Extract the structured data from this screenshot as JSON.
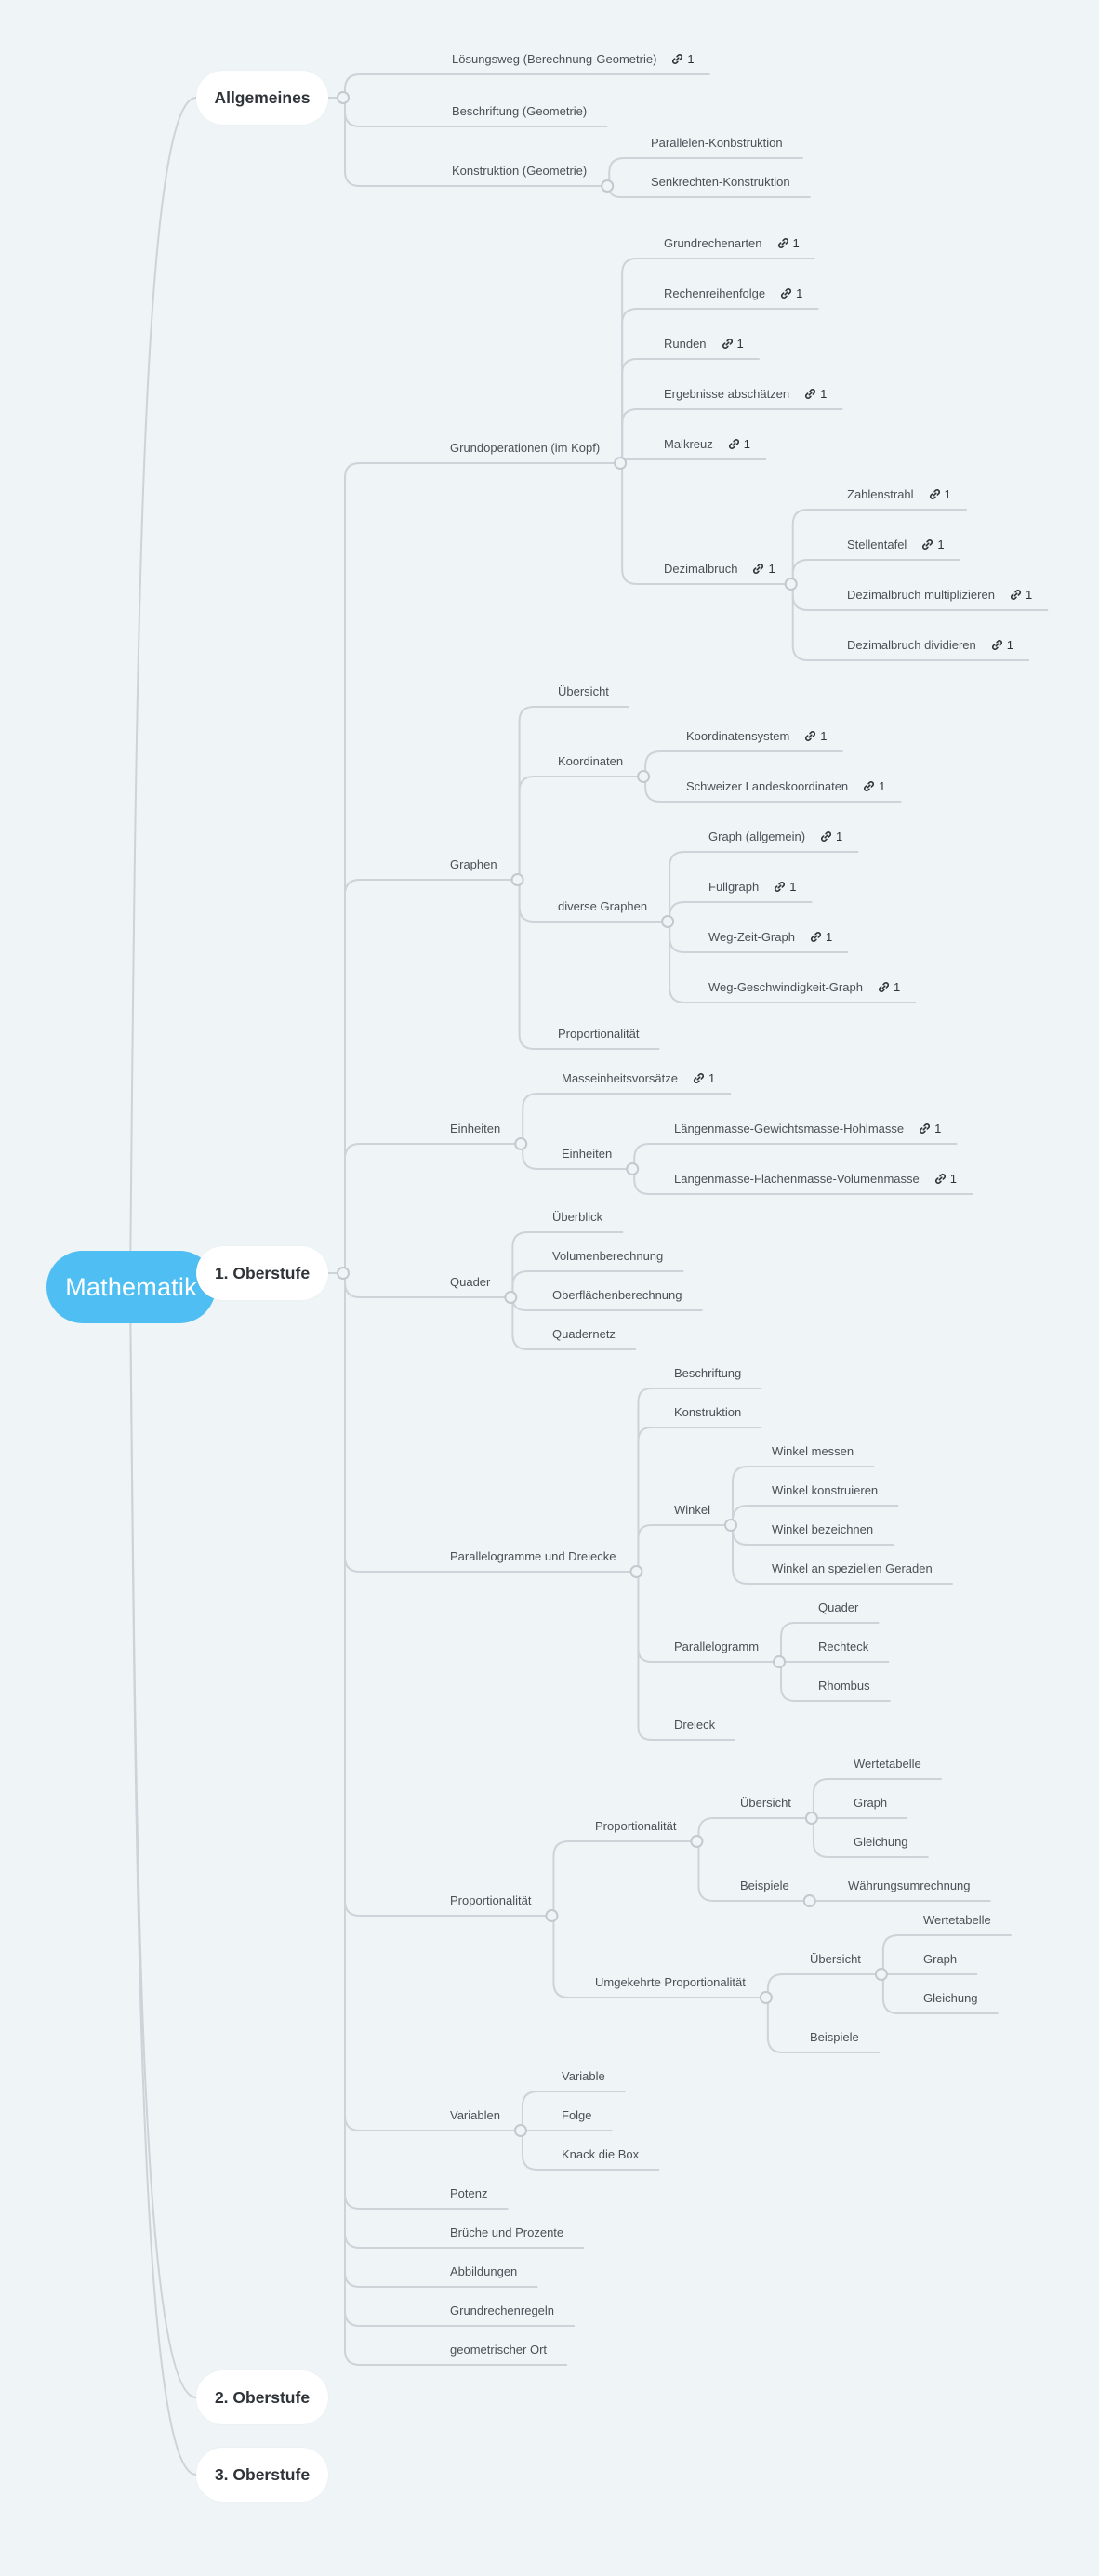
{
  "root": {
    "label": "Mathematik"
  },
  "main": [
    {
      "id": "allgemeines",
      "label": "Allgemeines"
    },
    {
      "id": "oberstufe1",
      "label": "1. Oberstufe"
    },
    {
      "id": "oberstufe2",
      "label": "2. Oberstufe"
    },
    {
      "id": "oberstufe3",
      "label": "3. Oberstufe"
    }
  ],
  "link_icon": "link-icon",
  "nodes": [
    {
      "id": "a1",
      "label": "Lösungsweg (Berechnung-Geometrie)",
      "links": "1"
    },
    {
      "id": "a2",
      "label": "Beschriftung (Geometrie)"
    },
    {
      "id": "a3",
      "label": "Konstruktion (Geometrie)"
    },
    {
      "id": "a3a",
      "label": "Parallelen-Konbstruktion"
    },
    {
      "id": "a3b",
      "label": "Senkrechten-Konstruktion"
    },
    {
      "id": "g",
      "label": "Grundoperationen (im Kopf)"
    },
    {
      "id": "g1",
      "label": "Grundrechenarten",
      "links": "1"
    },
    {
      "id": "g2",
      "label": "Rechenreihenfolge",
      "links": "1"
    },
    {
      "id": "g3",
      "label": "Runden",
      "links": "1"
    },
    {
      "id": "g4",
      "label": "Ergebnisse abschätzen",
      "links": "1"
    },
    {
      "id": "g5",
      "label": "Malkreuz",
      "links": "1"
    },
    {
      "id": "g6",
      "label": "Dezimalbruch",
      "links": "1"
    },
    {
      "id": "g6a",
      "label": "Zahlenstrahl",
      "links": "1"
    },
    {
      "id": "g6b",
      "label": "Stellentafel",
      "links": "1"
    },
    {
      "id": "g6c",
      "label": "Dezimalbruch multiplizieren",
      "links": "1"
    },
    {
      "id": "g6d",
      "label": "Dezimalbruch dividieren",
      "links": "1"
    },
    {
      "id": "gr",
      "label": "Graphen"
    },
    {
      "id": "gr1",
      "label": "Übersicht"
    },
    {
      "id": "gr2",
      "label": "Koordinaten"
    },
    {
      "id": "gr2a",
      "label": "Koordinatensystem",
      "links": "1"
    },
    {
      "id": "gr2b",
      "label": "Schweizer Landeskoordinaten",
      "links": "1"
    },
    {
      "id": "gr3",
      "label": "diverse Graphen"
    },
    {
      "id": "gr3a",
      "label": "Graph (allgemein)",
      "links": "1"
    },
    {
      "id": "gr3b",
      "label": "Füllgraph",
      "links": "1"
    },
    {
      "id": "gr3c",
      "label": "Weg-Zeit-Graph",
      "links": "1"
    },
    {
      "id": "gr3d",
      "label": "Weg-Geschwindigkeit-Graph",
      "links": "1"
    },
    {
      "id": "gr4",
      "label": "Proportionalität"
    },
    {
      "id": "e",
      "label": "Einheiten"
    },
    {
      "id": "e1",
      "label": "Masseinheitsvorsätze",
      "links": "1"
    },
    {
      "id": "e2",
      "label": "Einheiten"
    },
    {
      "id": "e2a",
      "label": "Längenmasse-Gewichtsmasse-Hohlmasse",
      "links": "1"
    },
    {
      "id": "e2b",
      "label": "Längenmasse-Flächenmasse-Volumenmasse",
      "links": "1"
    },
    {
      "id": "q",
      "label": "Quader"
    },
    {
      "id": "q1",
      "label": "Überblick"
    },
    {
      "id": "q2",
      "label": "Volumenberechnung"
    },
    {
      "id": "q3",
      "label": "Oberflächenberechnung"
    },
    {
      "id": "q4",
      "label": "Quadernetz"
    },
    {
      "id": "p",
      "label": "Parallelogramme und Dreiecke"
    },
    {
      "id": "p1",
      "label": "Beschriftung"
    },
    {
      "id": "p2",
      "label": "Konstruktion"
    },
    {
      "id": "p3",
      "label": "Winkel"
    },
    {
      "id": "p3a",
      "label": "Winkel messen"
    },
    {
      "id": "p3b",
      "label": "Winkel konstruieren"
    },
    {
      "id": "p3c",
      "label": "Winkel bezeichnen"
    },
    {
      "id": "p3d",
      "label": "Winkel an speziellen Geraden"
    },
    {
      "id": "p4",
      "label": "Parallelogramm"
    },
    {
      "id": "p4a",
      "label": "Quader"
    },
    {
      "id": "p4b",
      "label": "Rechteck"
    },
    {
      "id": "p4c",
      "label": "Rhombus"
    },
    {
      "id": "p5",
      "label": "Dreieck"
    },
    {
      "id": "pr",
      "label": "Proportionalität"
    },
    {
      "id": "pr1",
      "label": "Proportionalität"
    },
    {
      "id": "pr1a",
      "label": "Übersicht"
    },
    {
      "id": "pr1a1",
      "label": "Wertetabelle"
    },
    {
      "id": "pr1a2",
      "label": "Graph"
    },
    {
      "id": "pr1a3",
      "label": "Gleichung"
    },
    {
      "id": "pr1b",
      "label": "Beispiele"
    },
    {
      "id": "pr1b1",
      "label": "Währungsumrechnung"
    },
    {
      "id": "pr2",
      "label": "Umgekehrte Proportionalität"
    },
    {
      "id": "pr2a",
      "label": "Übersicht"
    },
    {
      "id": "pr2a1",
      "label": "Wertetabelle"
    },
    {
      "id": "pr2a2",
      "label": "Graph"
    },
    {
      "id": "pr2a3",
      "label": "Gleichung"
    },
    {
      "id": "pr2b",
      "label": "Beispiele"
    },
    {
      "id": "v",
      "label": "Variablen"
    },
    {
      "id": "v1",
      "label": "Variable"
    },
    {
      "id": "v2",
      "label": "Folge"
    },
    {
      "id": "v3",
      "label": "Knack die Box"
    },
    {
      "id": "o1",
      "label": "Potenz"
    },
    {
      "id": "o2",
      "label": "Brüche und Prozente"
    },
    {
      "id": "o3",
      "label": "Abbildungen"
    },
    {
      "id": "o4",
      "label": "Grundrechenregeln"
    },
    {
      "id": "o5",
      "label": "geometrischer Ort"
    }
  ]
}
